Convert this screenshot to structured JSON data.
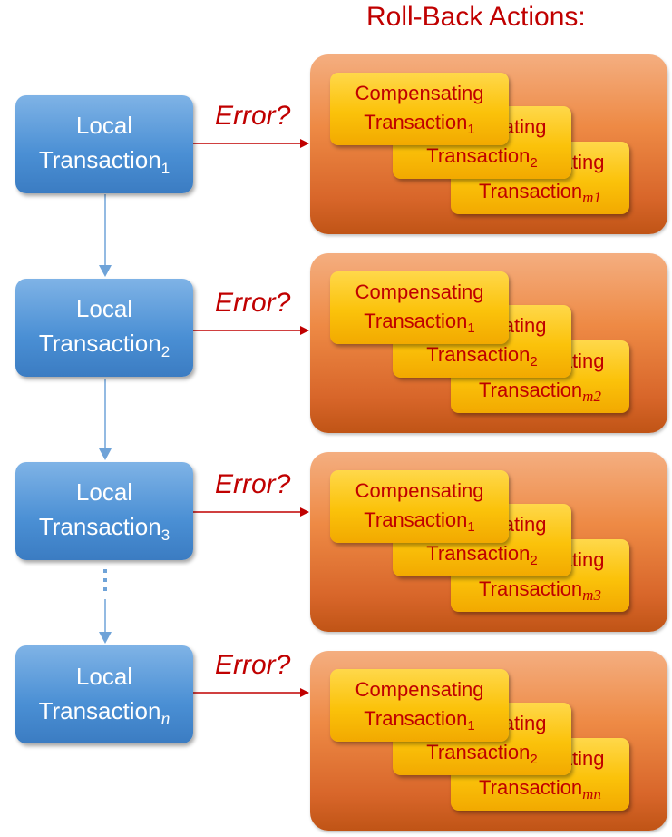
{
  "title": "Roll-Back Actions:",
  "error_label": "Error?",
  "continuation_dots": "⋮",
  "rows": [
    {
      "local": {
        "name": "Local",
        "word": "Transaction",
        "sub": "1"
      },
      "compensating": [
        {
          "line1": "Compensating",
          "word": "Transaction",
          "sub": "1"
        },
        {
          "line1": "Compensating",
          "word": "Transaction",
          "sub": "2"
        },
        {
          "line1": "Compensating",
          "word": "Transaction",
          "sub": "m1"
        }
      ]
    },
    {
      "local": {
        "name": "Local",
        "word": "Transaction",
        "sub": "2"
      },
      "compensating": [
        {
          "line1": "Compensating",
          "word": "Transaction",
          "sub": "1"
        },
        {
          "line1": "Compensating",
          "word": "Transaction",
          "sub": "2"
        },
        {
          "line1": "Compensating",
          "word": "Transaction",
          "sub": "m2"
        }
      ]
    },
    {
      "local": {
        "name": "Local",
        "word": "Transaction",
        "sub": "3"
      },
      "compensating": [
        {
          "line1": "Compensating",
          "word": "Transaction",
          "sub": "1"
        },
        {
          "line1": "Compensating",
          "word": "Transaction",
          "sub": "2"
        },
        {
          "line1": "Compensating",
          "word": "Transaction",
          "sub": "m3"
        }
      ]
    },
    {
      "local": {
        "name": "Local",
        "word": "Transaction",
        "sub": "n"
      },
      "compensating": [
        {
          "line1": "Compensating",
          "word": "Transaction",
          "sub": "1"
        },
        {
          "line1": "Compensating",
          "word": "Transaction",
          "sub": "2"
        },
        {
          "line1": "Compensating",
          "word": "Transaction",
          "sub": "mn"
        }
      ]
    }
  ],
  "colors": {
    "local_fill": "#4a8fd4",
    "compensating_fill": "#fbc20a",
    "group_fill": "#ee8a45",
    "accent_red": "#c00000",
    "flow_arrow": "#6fa3d8"
  }
}
